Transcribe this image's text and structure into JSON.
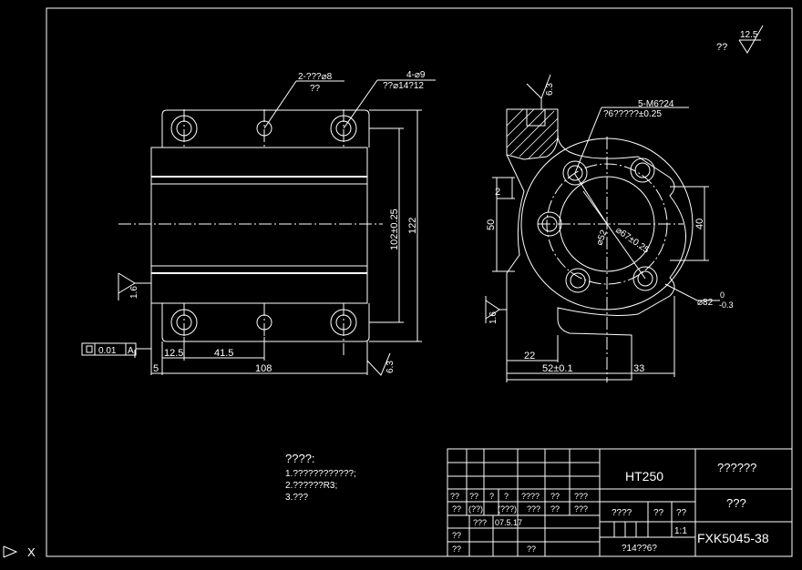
{
  "roughness": {
    "prefix": "??",
    "value": "12.5"
  },
  "front_view": {
    "hole_callout_top": "2-???⌀8",
    "hole_callout_top_sub": "??",
    "hole_callout_right": "4-⌀9",
    "hole_callout_right_sub": "??⌀14?12",
    "dim_height_inner": "102±0.25",
    "dim_height_outer": "122",
    "dim_125": "12.5",
    "dim_415": "41.5",
    "dim_5": "5",
    "dim_108": "108",
    "roughness_left": "1.6",
    "roughness_bottom": "6.3",
    "flatness_tol": "0.01",
    "flatness_datum": "A"
  },
  "side_view": {
    "roughness_top": "6.3",
    "thread_callout": "5-M6?24",
    "pcd_callout": "?6?????±0.25",
    "dim_2": "2",
    "dim_50": "50",
    "dim_40": "40",
    "dim_52": "⌀52",
    "dim_67": "⌀67±0.25",
    "dim_82": "⌀82",
    "dim_82_upper": "0",
    "dim_82_lower": "-0.3",
    "roughness_left": "1.6",
    "dim_22": "22",
    "dim_52_01": "52±0.1",
    "dim_33": "33"
  },
  "notes": {
    "heading": "????:",
    "line1": "1.????????????;",
    "line2": "2.??????R3;",
    "line3": "3.???"
  },
  "title_block": {
    "material": "HT250",
    "part_name": "??????",
    "company": "???",
    "drawing_no": "FXK5045-38",
    "scale": "1:1",
    "sheet": "?14??6?",
    "weight_label": "????",
    "qty_label": "??",
    "scale_label": "??",
    "row_r1": [
      "??",
      "??",
      "?",
      "?",
      "????",
      "??",
      "???"
    ],
    "row_r2": [
      "??",
      "(??)",
      "(???)",
      "???",
      "??",
      "???"
    ],
    "designer": "???",
    "date": "07.5.17",
    "checker": "??",
    "approver": "??",
    "approver2": "??"
  },
  "corner_axis": "X"
}
